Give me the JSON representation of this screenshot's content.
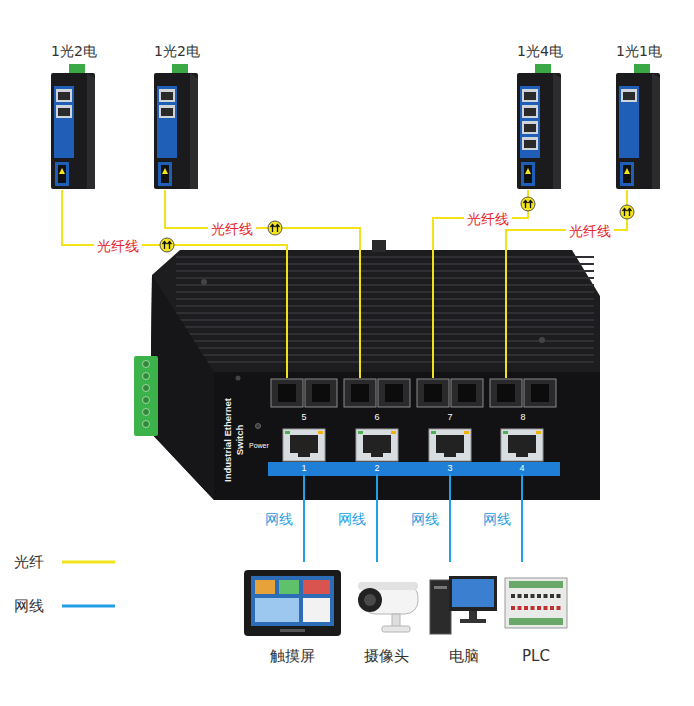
{
  "diagram": {
    "nodes": [
      {
        "text": [
          "1光2电"
        ]
      },
      {
        "text": [
          "1光2电"
        ]
      },
      {
        "text": [
          "1光4电"
        ]
      },
      {
        "text": [
          "1光1电"
        ]
      },
      {
        "text": [
          "Industrial Ethernet Switch"
        ]
      },
      {
        "text": [
          "5"
        ],
        "in": 4
      },
      {
        "text": [
          "6"
        ],
        "in": 4
      },
      {
        "text": [
          "7"
        ],
        "in": 4
      },
      {
        "text": [
          "8"
        ],
        "in": 4
      },
      {
        "text": [
          "1"
        ],
        "in": 4
      },
      {
        "text": [
          "2"
        ],
        "in": 4
      },
      {
        "text": [
          "3"
        ],
        "in": 4
      },
      {
        "text": [
          "4"
        ],
        "in": 4
      },
      {
        "text": [
          "触摸屏"
        ]
      },
      {
        "text": [
          "摄像头"
        ]
      },
      {
        "text": [
          "电脑"
        ]
      },
      {
        "text": [
          "PLC"
        ]
      }
    ],
    "edges": [
      {
        "from": 0,
        "to": 5,
        "label": "光纤线",
        "arrow": "none"
      },
      {
        "from": 1,
        "to": 6,
        "label": "光纤线",
        "arrow": "none"
      },
      {
        "from": 2,
        "to": 7,
        "label": "光纤线",
        "arrow": "none"
      },
      {
        "from": 3,
        "to": 8,
        "label": "光纤线",
        "arrow": "none"
      },
      {
        "from": 9,
        "to": 13,
        "label": "网线",
        "arrow": "none"
      },
      {
        "from": 10,
        "to": 14,
        "label": "网线",
        "arrow": "none"
      },
      {
        "from": 11,
        "to": 15,
        "label": "网线",
        "arrow": "none"
      },
      {
        "from": 12,
        "to": 16,
        "label": "网线",
        "arrow": "none"
      }
    ],
    "labels": [
      "Power"
    ],
    "legend": [
      {
        "text": "光纤"
      },
      {
        "text": "网线"
      }
    ]
  }
}
